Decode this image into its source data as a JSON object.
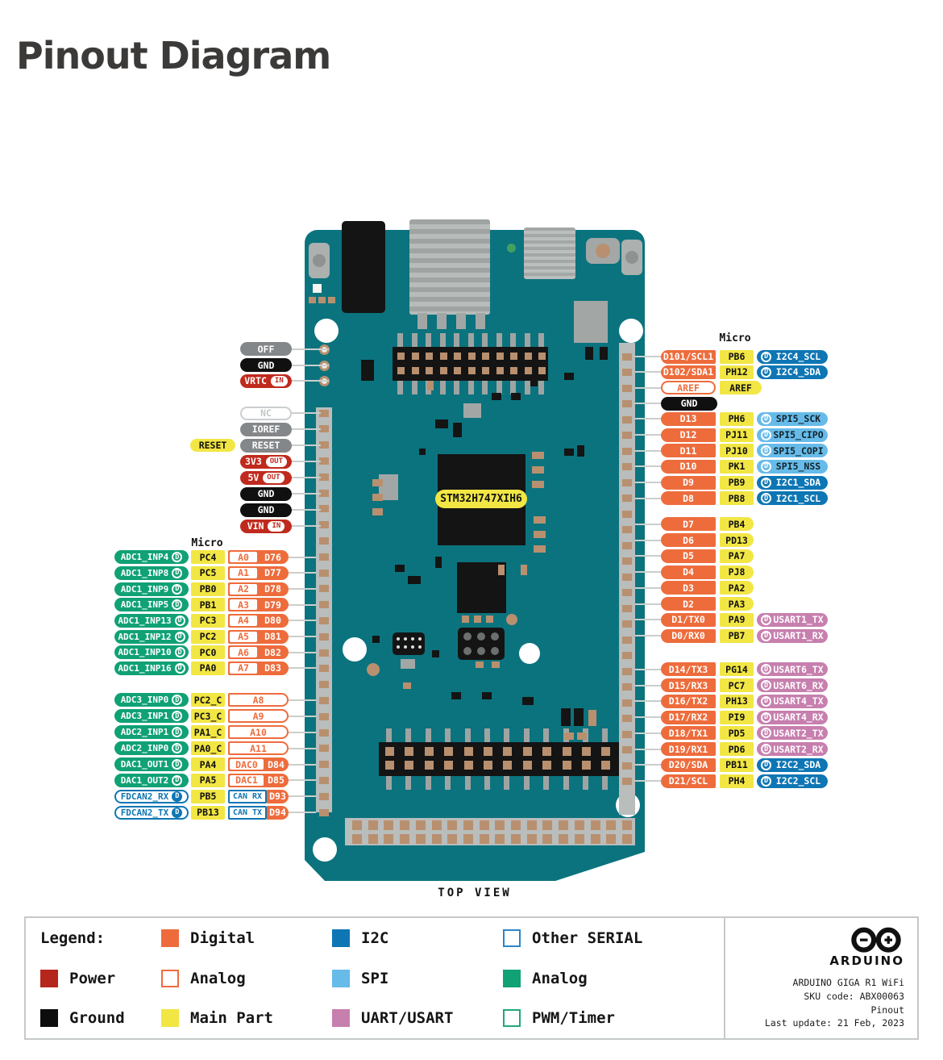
{
  "title": "Pinout Diagram",
  "board": {
    "chip_label": "STM32H747XIH6",
    "top_view": "TOP VIEW"
  },
  "micro_header": "Micro",
  "pin_groups": {
    "left_top": [
      {
        "label": "OFF",
        "type": "gray"
      },
      {
        "label": "GND",
        "type": "ground"
      },
      {
        "label": "VRTC",
        "type": "power",
        "badge": "IN"
      }
    ],
    "left_mid": [
      {
        "label": "NC",
        "type": "nc"
      },
      {
        "label": "IOREF",
        "type": "gray"
      },
      {
        "label": "RESET",
        "type": "gray",
        "side_label": "RESET"
      },
      {
        "label": "3V3",
        "type": "power",
        "badge": "OUT"
      },
      {
        "label": "5V",
        "type": "power",
        "badge": "OUT"
      },
      {
        "label": "GND",
        "type": "ground"
      },
      {
        "label": "GND",
        "type": "ground"
      },
      {
        "label": "VIN",
        "type": "power",
        "badge": "IN"
      }
    ],
    "left_analog": [
      {
        "function": "ADC1_INP4",
        "micro": "PC4",
        "analog": "A0",
        "digital": "D76"
      },
      {
        "function": "ADC1_INP8",
        "micro": "PC5",
        "analog": "A1",
        "digital": "D77"
      },
      {
        "function": "ADC1_INP9",
        "micro": "PB0",
        "analog": "A2",
        "digital": "D78"
      },
      {
        "function": "ADC1_INP5",
        "micro": "PB1",
        "analog": "A3",
        "digital": "D79"
      },
      {
        "function": "ADC1_INP13",
        "micro": "PC3",
        "analog": "A4",
        "digital": "D80"
      },
      {
        "function": "ADC1_INP12",
        "micro": "PC2",
        "analog": "A5",
        "digital": "D81"
      },
      {
        "function": "ADC1_INP10",
        "micro": "PC0",
        "analog": "A6",
        "digital": "D82"
      },
      {
        "function": "ADC1_INP16",
        "micro": "PA0",
        "analog": "A7",
        "digital": "D83"
      }
    ],
    "left_analog2": [
      {
        "function": "ADC3_INP0",
        "micro": "PC2_C",
        "analog": "A8",
        "kind": "analog"
      },
      {
        "function": "ADC3_INP1",
        "micro": "PC3_C",
        "analog": "A9",
        "kind": "analog"
      },
      {
        "function": "ADC2_INP1",
        "micro": "PA1_C",
        "analog": "A10",
        "kind": "analog"
      },
      {
        "function": "ADC2_INP0",
        "micro": "PA0_C",
        "analog": "A11",
        "kind": "analog"
      },
      {
        "function": "DAC1_OUT1",
        "micro": "PA4",
        "sub": "DAC0",
        "digital": "D84",
        "kind": "dac"
      },
      {
        "function": "DAC1_OUT2",
        "micro": "PA5",
        "sub": "DAC1",
        "digital": "D85",
        "kind": "dac"
      },
      {
        "function": "FDCAN2_RX",
        "micro": "PB5",
        "sub": "CAN RX",
        "digital": "D93",
        "kind": "can"
      },
      {
        "function": "FDCAN2_TX",
        "micro": "PB13",
        "sub": "CAN TX",
        "digital": "D94",
        "kind": "can"
      }
    ],
    "right_top": [
      {
        "digital": "D101/SCL1",
        "micro": "PB6",
        "bus": "I2C4_SCL",
        "bus_type": "i2c"
      },
      {
        "digital": "D102/SDA1",
        "micro": "PH12",
        "bus": "I2C4_SDA",
        "bus_type": "i2c"
      },
      {
        "kind": "aref",
        "analog": "AREF",
        "micro": "AREF"
      },
      {
        "kind": "ground",
        "label": "GND"
      }
    ],
    "right_spi": [
      {
        "digital": "D13",
        "micro": "PH6",
        "bus": "SPI5_SCK",
        "bus_type": "spi"
      },
      {
        "digital": "D12",
        "micro": "PJ11",
        "bus": "SPI5_CIPO",
        "bus_type": "spi"
      },
      {
        "digital": "D11",
        "micro": "PJ10",
        "bus": "SPI5_COPI",
        "bus_type": "spi"
      },
      {
        "digital": "D10",
        "micro": "PK1",
        "bus": "SPI5_NSS",
        "bus_type": "spi"
      },
      {
        "digital": "D9",
        "micro": "PB9",
        "bus": "I2C1_SDA",
        "bus_type": "i2c"
      },
      {
        "digital": "D8",
        "micro": "PB8",
        "bus": "I2C1_SCL",
        "bus_type": "i2c"
      }
    ],
    "right_mid": [
      {
        "digital": "D7",
        "micro": "PB4"
      },
      {
        "digital": "D6",
        "micro": "PD13"
      },
      {
        "digital": "D5",
        "micro": "PA7"
      },
      {
        "digital": "D4",
        "micro": "PJ8"
      },
      {
        "digital": "D3",
        "micro": "PA2"
      },
      {
        "digital": "D2",
        "micro": "PA3"
      },
      {
        "digital": "D1/TX0",
        "micro": "PA9",
        "bus": "USART1_TX",
        "bus_type": "usart"
      },
      {
        "digital": "D0/RX0",
        "micro": "PB7",
        "bus": "USART1_RX",
        "bus_type": "usart"
      }
    ],
    "right_serial": [
      {
        "digital": "D14/TX3",
        "micro": "PG14",
        "bus": "USART6_TX",
        "bus_type": "usart"
      },
      {
        "digital": "D15/RX3",
        "micro": "PC7",
        "bus": "USART6_RX",
        "bus_type": "usart"
      },
      {
        "digital": "D16/TX2",
        "micro": "PH13",
        "bus": "USART4_TX",
        "bus_type": "usart"
      },
      {
        "digital": "D17/RX2",
        "micro": "PI9",
        "bus": "USART4_RX",
        "bus_type": "usart"
      },
      {
        "digital": "D18/TX1",
        "micro": "PD5",
        "bus": "USART2_TX",
        "bus_type": "usart"
      },
      {
        "digital": "D19/RX1",
        "micro": "PD6",
        "bus": "USART2_RX",
        "bus_type": "usart"
      },
      {
        "digital": "D20/SDA",
        "micro": "PB11",
        "bus": "I2C2_SDA",
        "bus_type": "i2c"
      },
      {
        "digital": "D21/SCL",
        "micro": "PH4",
        "bus": "I2C2_SCL",
        "bus_type": "i2c"
      }
    ]
  },
  "legend": {
    "title": "Legend:",
    "columns": [
      [
        {
          "label": "Legend:",
          "swatch": null
        },
        {
          "label": "Power",
          "swatch": "power"
        },
        {
          "label": "Ground",
          "swatch": "ground"
        }
      ],
      [
        {
          "label": "Digital",
          "swatch": "digital"
        },
        {
          "label": "Analog",
          "swatch": "analog-outline"
        },
        {
          "label": "Main Part",
          "swatch": "mainpart"
        }
      ],
      [
        {
          "label": "I2C",
          "swatch": "i2c"
        },
        {
          "label": "SPI",
          "swatch": "spi"
        },
        {
          "label": "UART/USART",
          "swatch": "usart"
        }
      ],
      [
        {
          "label": "Other SERIAL",
          "swatch": "serial-outline"
        },
        {
          "label": "Analog",
          "swatch": "analog-green"
        },
        {
          "label": "PWM/Timer",
          "swatch": "pwm-outline"
        }
      ]
    ]
  },
  "brand": {
    "name": "ARDUINO",
    "lines": [
      "ARDUINO GIGA R1 WiFi",
      "SKU code: ABX00063",
      "Pinout",
      "Last update: 21 Feb, 2023"
    ]
  },
  "colors": {
    "digital": "#EE6C3C",
    "power": "#C02A1E",
    "ground": "#101010",
    "main_part": "#F2E644",
    "analog_green": "#10A175",
    "i2c": "#0E76B4",
    "spi": "#66BBE9",
    "uart_usart": "#C77FAE",
    "other_serial": "#2C85C7",
    "pwm_timer": "#1FA77E",
    "board": "#0B737E"
  }
}
